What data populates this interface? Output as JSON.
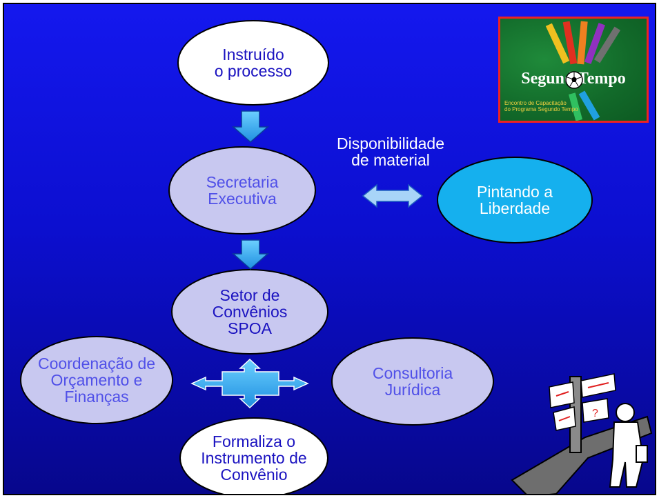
{
  "diagram": {
    "nodes": {
      "instruido": "Instruído\no processo",
      "secretaria": "Secretaria\nExecutiva",
      "pintando": "Pintando a\nLiberdade",
      "setor": "Setor de\nConvênios\nSPOA",
      "coordenacao": "Coordenação de\nOrçamento e\nFinanças",
      "consultoria": "Consultoria\nJurídica",
      "formaliza": "Formaliza o\nInstrumento de\nConvênio"
    },
    "edge_label": "Disponibilidade\nde material"
  },
  "logo": {
    "title": "Segund    Tempo",
    "subtitle": "Encontro de Capacitação\ndo Programa Segundo Tempo"
  },
  "colors": {
    "background": "#1010e0",
    "arrow": "#3fb0f0",
    "ellipse_white": "#ffffff",
    "ellipse_lavender": "#c8c8f0",
    "ellipse_cyan": "#15b0ee",
    "text_dark_blue": "#1a12c0"
  },
  "icons": [
    "soccer-ball-icon",
    "signpost-man-clipart"
  ]
}
